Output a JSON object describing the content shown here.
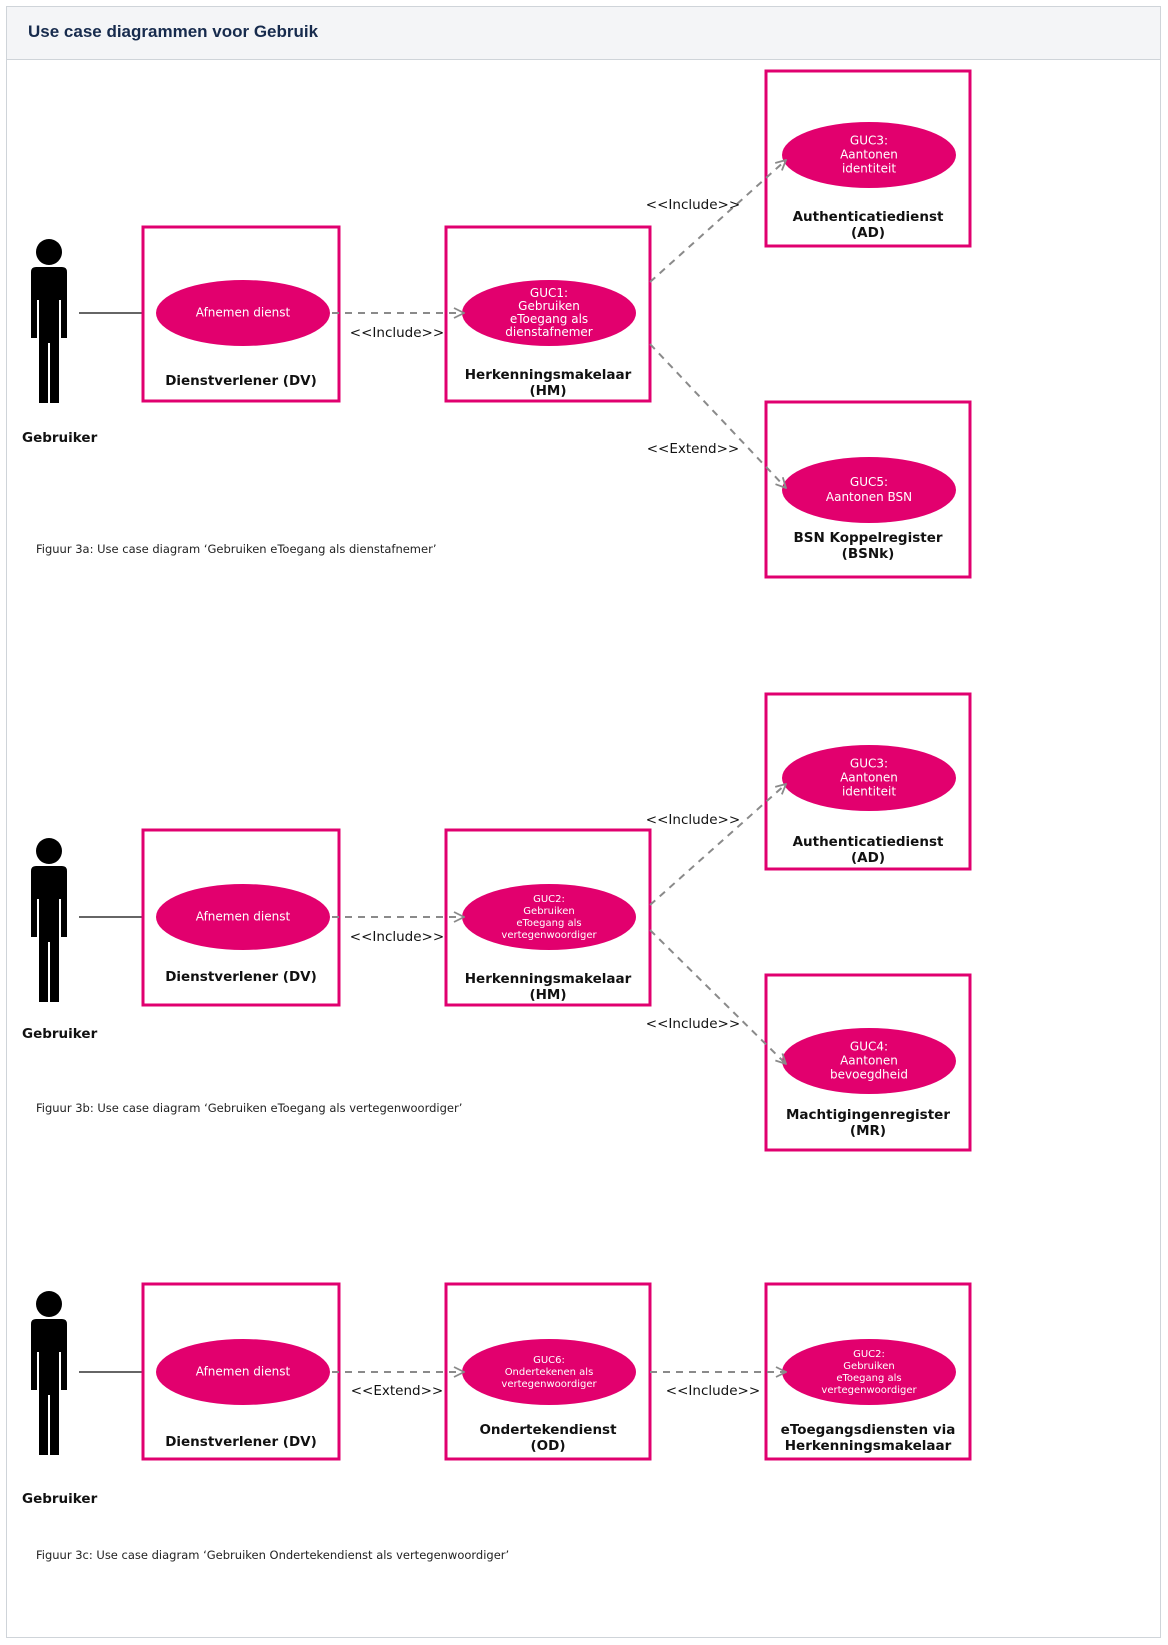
{
  "page": {
    "title": "Use case diagrammen voor Gebruik"
  },
  "colors": {
    "system_border": "#e0006f",
    "use_case_fill": "#e2006e",
    "use_case_text": "#ffffff",
    "relation_line": "#8a8a8a",
    "actor": "#000000"
  },
  "icons": {
    "actor": "stick-figure-icon"
  },
  "diagrams": [
    {
      "caption": "Figuur 3a: Use case diagram ‘Gebruiken eToegang als dienstafnemer’",
      "actor": "Gebruiker",
      "systems": [
        {
          "name": [
            "Dienstverlener (DV)"
          ],
          "use_case": [
            "Afnemen dienst"
          ]
        },
        {
          "name": [
            "Herkenningsmakelaar",
            "(HM)"
          ],
          "use_case": [
            "GUC1:",
            "Gebruiken",
            "eToegang als",
            "dienstafnemer"
          ]
        },
        {
          "name": [
            "Authenticatiedienst",
            "(AD)"
          ],
          "use_case": [
            "GUC3:",
            "Aantonen",
            "identiteit"
          ]
        },
        {
          "name": [
            "BSN Koppelregister",
            "(BSNk)"
          ],
          "use_case": [
            "GUC5:",
            "Aantonen BSN"
          ]
        }
      ],
      "relations": [
        "<<Include>>",
        "<<Include>>",
        "<<Extend>>"
      ]
    },
    {
      "caption": "Figuur 3b: Use case diagram ‘Gebruiken eToegang als vertegenwoordiger’",
      "actor": "Gebruiker",
      "systems": [
        {
          "name": [
            "Dienstverlener (DV)"
          ],
          "use_case": [
            "Afnemen dienst"
          ]
        },
        {
          "name": [
            "Herkenningsmakelaar",
            "(HM)"
          ],
          "use_case": [
            "GUC2:",
            "Gebruiken",
            "eToegang als",
            "vertegenwoordiger"
          ]
        },
        {
          "name": [
            "Authenticatiedienst",
            "(AD)"
          ],
          "use_case": [
            "GUC3:",
            "Aantonen",
            "identiteit"
          ]
        },
        {
          "name": [
            "Machtigingenregister",
            "(MR)"
          ],
          "use_case": [
            "GUC4:",
            "Aantonen",
            "bevoegdheid"
          ]
        }
      ],
      "relations": [
        "<<Include>>",
        "<<Include>>",
        "<<Include>>"
      ]
    },
    {
      "caption": "Figuur 3c: Use case diagram ‘Gebruiken Ondertekendienst als vertegenwoordiger’",
      "actor": "Gebruiker",
      "systems": [
        {
          "name": [
            "Dienstverlener (DV)"
          ],
          "use_case": [
            "Afnemen dienst"
          ]
        },
        {
          "name": [
            "Ondertekendienst",
            "(OD)"
          ],
          "use_case": [
            "GUC6:",
            "Ondertekenen als",
            "vertegenwoordiger"
          ]
        },
        {
          "name": [
            "eToegangsdiensten via",
            "Herkenningsmakelaar"
          ],
          "use_case": [
            "GUC2:",
            "Gebruiken",
            "eToegang als",
            "vertegenwoordiger"
          ]
        }
      ],
      "relations": [
        "<<Extend>>",
        "<<Include>>"
      ]
    }
  ]
}
